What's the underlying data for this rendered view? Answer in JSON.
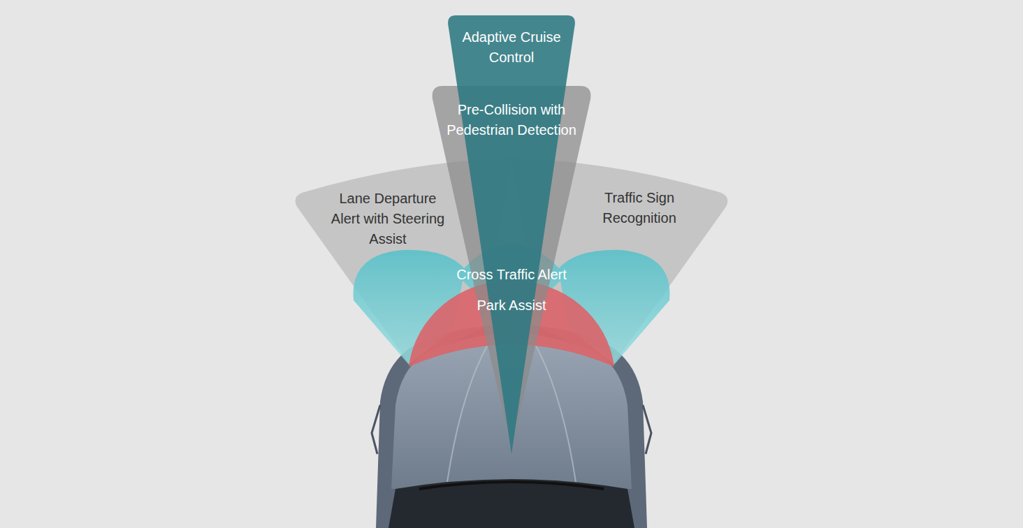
{
  "diagram": {
    "nodes": [
      {
        "text": [
          "Adaptive Cruise Control"
        ]
      },
      {
        "text": [
          "Pre-Collision with Pedestrian Detection"
        ]
      },
      {
        "text": [
          "Lane Departure Alert with Steering Assist"
        ]
      },
      {
        "text": [
          "Traffic Sign Recognition"
        ]
      },
      {
        "text": [
          "Cross Traffic Alert"
        ]
      },
      {
        "text": [
          "Park Assist"
        ]
      }
    ]
  }
}
